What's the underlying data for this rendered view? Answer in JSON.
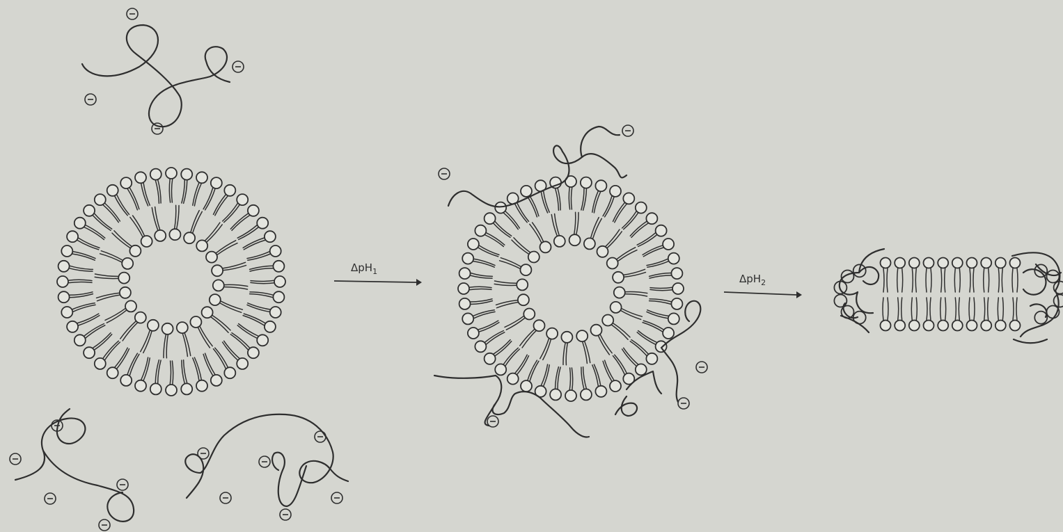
{
  "colors": {
    "background": "#d5d6d0",
    "ink": "#2e2e2e",
    "head_fill": "#e4e5df"
  },
  "arrows": [
    {
      "label": "ΔpH",
      "subscript": "1"
    },
    {
      "label": "ΔpH",
      "subscript": "2"
    }
  ],
  "charge_symbol": "−",
  "icons": [
    "polyelectrolyte-coil-icon",
    "negative-charge-icon",
    "lipid-vesicle-icon",
    "arrow-right-icon",
    "bilayer-micelle-icon"
  ]
}
